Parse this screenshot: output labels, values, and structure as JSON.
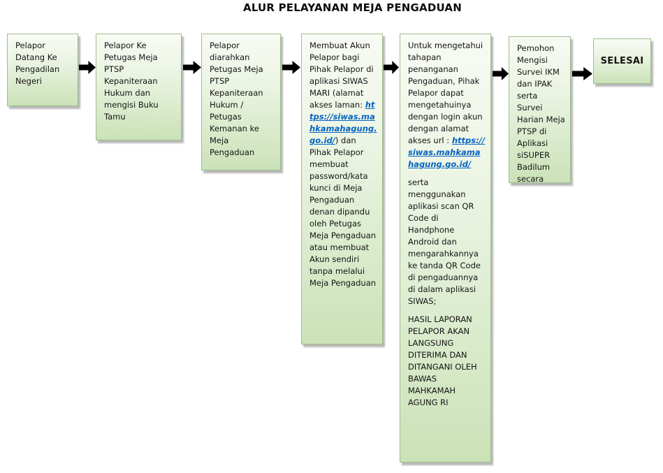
{
  "title": "ALUR PELAYANAN MEJA PENGADUAN",
  "colors": {
    "box_fill_top": "#f8fbf4",
    "box_fill_bottom": "#cbe2b8",
    "box_border": "#9fbd8a",
    "arrow": "#000000",
    "link": "#0563c1",
    "text": "#141414"
  },
  "boxes": [
    {
      "text": "Pelapor Datang Ke Pengadilan Negeri"
    },
    {
      "text": "Pelapor Ke Petugas Meja PTSP Kepaniteraan Hukum dan mengisi Buku Tamu"
    },
    {
      "text": "Pelapor diarahkan Petugas Meja PTSP Kepaniteraan Hukum / Petugas Kemanan ke Meja Pengaduan"
    },
    {
      "pre": "Membuat Akun Pelapor bagi Pihak Pelapor di aplikasi SIWAS MARI (alamat akses laman: ",
      "link": "https://siwas.mahkamahagung.go.id/",
      "post": ")  dan Pihak Pelapor membuat password/kata kunci di Meja Pengaduan denan dipandu oleh Petugas Meja Pengaduan atau membuat Akun sendiri tanpa melalui Meja Pengaduan"
    },
    {
      "p1_pre": "Untuk mengetahui tahapan penanganan Pengaduan, Pihak Pelapor dapat mengetahuinya dengan login akun dengan alamat akses url : ",
      "p1_link": "https://siwas.mahkamahagung.go.id/",
      "p2": "serta menggunakan aplikasi scan QR Code di Handphone Android dan mengarahkannya ke tanda QR Code di pengaduannya di dalam aplikasi SIWAS;",
      "p3": "HASIL LAPORAN PELAPOR AKAN LANGSUNG DITERIMA DAN DITANGANI OLEH BAWAS MAHKAMAH AGUNG RI"
    },
    {
      "text": "Pemohon Mengisi Survei IKM dan IPAK serta Survei Harian Meja PTSP di Aplikasi siSUPER Badilum secara"
    },
    {
      "text": "SELESAI"
    }
  ]
}
